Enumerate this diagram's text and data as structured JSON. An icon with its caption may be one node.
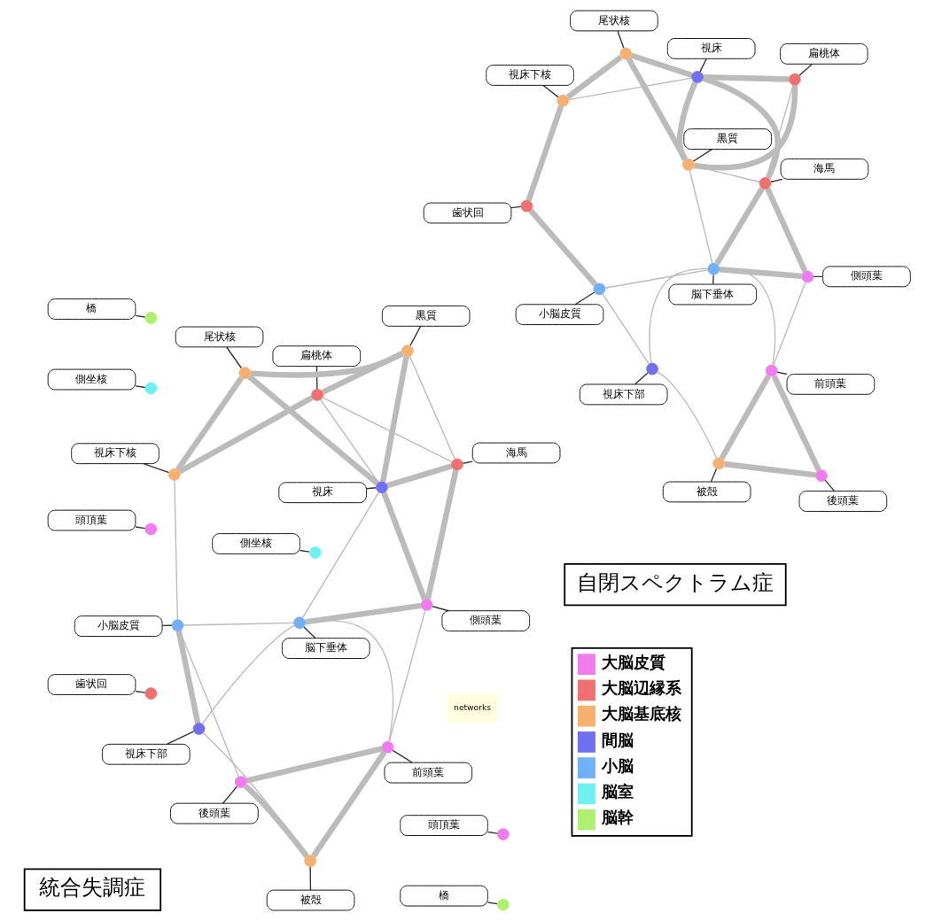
{
  "diagram": {
    "nodes": [
      {
        "text": [
          "自閉スペクトラム症"
        ]
      },
      {
        "text": [
          "被殻"
        ]
      },
      {
        "text": [],
        "shape": "circle"
      },
      {
        "text": [
          "前頭葉"
        ]
      },
      {
        "text": [],
        "shape": "circle"
      },
      {
        "text": [
          "視床下部"
        ]
      },
      {
        "text": [],
        "shape": "circle"
      },
      {
        "text": [
          "後頭葉"
        ]
      },
      {
        "text": [],
        "shape": "circle"
      },
      {
        "text": [
          "脳下垂体"
        ]
      },
      {
        "text": [],
        "shape": "circle"
      },
      {
        "text": [
          "小脳皮質"
        ]
      },
      {
        "text": [],
        "shape": "circle"
      },
      {
        "text": [
          "側頭葉"
        ]
      },
      {
        "text": [],
        "shape": "circle"
      },
      {
        "text": [
          "海馬"
        ]
      },
      {
        "text": [],
        "shape": "circle"
      },
      {
        "text": [
          "側坐核"
        ]
      },
      {
        "text": [],
        "shape": "circle"
      },
      {
        "text": [
          "頭頂葉"
        ]
      },
      {
        "text": [],
        "shape": "circle"
      },
      {
        "text": [
          "扁桃体"
        ]
      },
      {
        "text": [],
        "shape": "circle"
      },
      {
        "text": [
          "視床"
        ]
      },
      {
        "text": [],
        "shape": "circle"
      },
      {
        "text": [
          "視床下核"
        ]
      },
      {
        "text": [],
        "shape": "circle"
      },
      {
        "text": [
          "黒質"
        ]
      },
      {
        "text": [],
        "shape": "circle"
      },
      {
        "text": [
          "尾状核"
        ]
      },
      {
        "text": [],
        "shape": "circle"
      },
      {
        "text": [
          "歯状回"
        ]
      },
      {
        "text": [],
        "shape": "circle"
      },
      {
        "text": [
          "橋"
        ]
      },
      {
        "text": [],
        "shape": "circle"
      },
      {
        "text": [
          "統合失調症"
        ]
      },
      {
        "text": [
          "被殻"
        ]
      },
      {
        "text": [],
        "shape": "circle"
      },
      {
        "text": [
          "前頭葉"
        ]
      },
      {
        "text": [],
        "shape": "circle"
      },
      {
        "text": [
          "視床下部"
        ]
      },
      {
        "text": [],
        "shape": "circle"
      },
      {
        "text": [
          "後頭葉"
        ]
      },
      {
        "text": [],
        "shape": "circle"
      },
      {
        "text": [
          "脳下垂体"
        ]
      },
      {
        "text": [],
        "shape": "circle"
      },
      {
        "text": [
          "小脳皮質"
        ]
      },
      {
        "text": [],
        "shape": "circle"
      },
      {
        "text": [
          "側頭葉"
        ]
      },
      {
        "text": [],
        "shape": "circle"
      },
      {
        "text": [
          "海馬"
        ]
      },
      {
        "text": [],
        "shape": "circle"
      },
      {
        "text": [
          "側坐核"
        ]
      },
      {
        "text": [],
        "shape": "circle"
      },
      {
        "text": [
          "頭頂葉"
        ]
      },
      {
        "text": [],
        "shape": "circle"
      },
      {
        "text": [
          "扁桃体"
        ]
      },
      {
        "text": [],
        "shape": "circle"
      },
      {
        "text": [
          "視床"
        ]
      },
      {
        "text": [],
        "shape": "circle"
      },
      {
        "text": [
          "視床下核"
        ]
      },
      {
        "text": [],
        "shape": "circle"
      },
      {
        "text": [
          "黒質"
        ]
      },
      {
        "text": [],
        "shape": "circle"
      },
      {
        "text": [
          "尾状核"
        ]
      },
      {
        "text": [],
        "shape": "circle"
      },
      {
        "text": [
          "歯状回"
        ]
      },
      {
        "text": [],
        "shape": "circle"
      },
      {
        "text": [
          "橋"
        ]
      },
      {
        "text": [],
        "shape": "circle"
      }
    ],
    "edges": [
      {
        "from": 1,
        "to": 2,
        "arrow": "none",
        "color": "#333333"
      },
      {
        "from": 3,
        "to": 4,
        "arrow": "none",
        "color": "#333333"
      },
      {
        "from": 5,
        "to": 6,
        "arrow": "none",
        "color": "#333333"
      },
      {
        "from": 7,
        "to": 8,
        "arrow": "none",
        "color": "#333333"
      },
      {
        "from": 9,
        "to": 10,
        "arrow": "none",
        "color": "#333333"
      },
      {
        "from": 11,
        "to": 12,
        "arrow": "none",
        "color": "#333333"
      },
      {
        "from": 13,
        "to": 14,
        "arrow": "none",
        "color": "#333333"
      },
      {
        "from": 15,
        "to": 16,
        "arrow": "none",
        "color": "#333333"
      },
      {
        "from": 17,
        "to": 18,
        "arrow": "none",
        "color": "#333333"
      },
      {
        "from": 19,
        "to": 20,
        "arrow": "none",
        "color": "#333333"
      },
      {
        "from": 21,
        "to": 22,
        "arrow": "none",
        "color": "#333333"
      },
      {
        "from": 23,
        "to": 24,
        "arrow": "none",
        "color": "#333333"
      },
      {
        "from": 25,
        "to": 26,
        "arrow": "none",
        "color": "#333333"
      },
      {
        "from": 27,
        "to": 28,
        "arrow": "none",
        "color": "#333333"
      },
      {
        "from": 29,
        "to": 30,
        "arrow": "none",
        "color": "#333333"
      },
      {
        "from": 31,
        "to": 32,
        "arrow": "none",
        "color": "#333333"
      },
      {
        "from": 33,
        "to": 34,
        "arrow": "none",
        "color": "#333333"
      },
      {
        "from": 2,
        "to": 4,
        "arrow": "none",
        "style": "thick"
      },
      {
        "from": 2,
        "to": 6,
        "arrow": "none"
      },
      {
        "from": 2,
        "to": 8,
        "arrow": "none",
        "style": "thick"
      },
      {
        "from": 4,
        "to": 8,
        "arrow": "none",
        "style": "thick"
      },
      {
        "from": 4,
        "to": 10,
        "arrow": "none"
      },
      {
        "from": 4,
        "to": 14,
        "arrow": "none"
      },
      {
        "from": 6,
        "to": 10,
        "arrow": "none"
      },
      {
        "from": 6,
        "to": 12,
        "arrow": "none"
      },
      {
        "from": 10,
        "to": 12,
        "arrow": "none"
      },
      {
        "from": 10,
        "to": 14,
        "arrow": "none",
        "style": "thick"
      },
      {
        "from": 10,
        "to": 16,
        "arrow": "none",
        "style": "thick"
      },
      {
        "from": 10,
        "to": 28,
        "arrow": "none"
      },
      {
        "from": 14,
        "to": 16,
        "arrow": "none",
        "style": "thick"
      },
      {
        "from": 16,
        "to": 24,
        "arrow": "none",
        "style": "thick"
      },
      {
        "from": 16,
        "to": 22,
        "arrow": "none"
      },
      {
        "from": 16,
        "to": 28,
        "arrow": "none"
      },
      {
        "from": 24,
        "to": 22,
        "arrow": "none",
        "style": "thick"
      },
      {
        "from": 24,
        "to": 28,
        "arrow": "none",
        "style": "thick"
      },
      {
        "from": 24,
        "to": 30,
        "arrow": "none",
        "style": "thick"
      },
      {
        "from": 24,
        "to": 26,
        "arrow": "none"
      },
      {
        "from": 22,
        "to": 28,
        "arrow": "none",
        "style": "thick"
      },
      {
        "from": 28,
        "to": 30,
        "arrow": "none",
        "style": "thick"
      },
      {
        "from": 30,
        "to": 26,
        "arrow": "none",
        "style": "thick"
      },
      {
        "from": 26,
        "to": 32,
        "arrow": "none",
        "style": "thick"
      },
      {
        "from": 12,
        "to": 32,
        "arrow": "none",
        "style": "thick"
      },
      {
        "from": 36,
        "to": 37,
        "arrow": "none",
        "color": "#333333"
      },
      {
        "from": 38,
        "to": 39,
        "arrow": "none",
        "color": "#333333"
      },
      {
        "from": 40,
        "to": 41,
        "arrow": "none",
        "color": "#333333"
      },
      {
        "from": 42,
        "to": 43,
        "arrow": "none",
        "color": "#333333"
      },
      {
        "from": 44,
        "to": 45,
        "arrow": "none",
        "color": "#333333"
      },
      {
        "from": 46,
        "to": 47,
        "arrow": "none",
        "color": "#333333"
      },
      {
        "from": 48,
        "to": 49,
        "arrow": "none",
        "color": "#333333"
      },
      {
        "from": 50,
        "to": 51,
        "arrow": "none",
        "color": "#333333"
      },
      {
        "from": 52,
        "to": 53,
        "arrow": "none",
        "color": "#333333"
      },
      {
        "from": 54,
        "to": 55,
        "arrow": "none",
        "color": "#333333"
      },
      {
        "from": 56,
        "to": 57,
        "arrow": "none",
        "color": "#333333"
      },
      {
        "from": 58,
        "to": 59,
        "arrow": "none",
        "color": "#333333"
      },
      {
        "from": 60,
        "to": 61,
        "arrow": "none",
        "color": "#333333"
      },
      {
        "from": 62,
        "to": 63,
        "arrow": "none",
        "color": "#333333"
      },
      {
        "from": 64,
        "to": 65,
        "arrow": "none",
        "color": "#333333"
      },
      {
        "from": 66,
        "to": 67,
        "arrow": "none",
        "color": "#333333"
      },
      {
        "from": 68,
        "to": 69,
        "arrow": "none",
        "color": "#333333"
      },
      {
        "from": 37,
        "to": 39,
        "arrow": "none",
        "style": "thick"
      },
      {
        "from": 37,
        "to": 41,
        "arrow": "none"
      },
      {
        "from": 37,
        "to": 43,
        "arrow": "none",
        "style": "thick"
      },
      {
        "from": 39,
        "to": 43,
        "arrow": "none",
        "style": "thick"
      },
      {
        "from": 39,
        "to": 45,
        "arrow": "none"
      },
      {
        "from": 39,
        "to": 49,
        "arrow": "none"
      },
      {
        "from": 41,
        "to": 45,
        "arrow": "none"
      },
      {
        "from": 41,
        "to": 47,
        "arrow": "none",
        "style": "thick"
      },
      {
        "from": 45,
        "to": 47,
        "arrow": "none"
      },
      {
        "from": 43,
        "to": 47,
        "arrow": "none"
      },
      {
        "from": 45,
        "to": 49,
        "arrow": "none",
        "style": "thick"
      },
      {
        "from": 45,
        "to": 59,
        "arrow": "none"
      },
      {
        "from": 49,
        "to": 51,
        "arrow": "none",
        "style": "thick"
      },
      {
        "from": 49,
        "to": 59,
        "arrow": "none",
        "style": "thick"
      },
      {
        "from": 51,
        "to": 59,
        "arrow": "none",
        "style": "thick"
      },
      {
        "from": 51,
        "to": 57,
        "arrow": "none"
      },
      {
        "from": 51,
        "to": 63,
        "arrow": "none"
      },
      {
        "from": 59,
        "to": 57,
        "arrow": "none"
      },
      {
        "from": 59,
        "to": 63,
        "arrow": "none",
        "style": "thick"
      },
      {
        "from": 59,
        "to": 65,
        "arrow": "none",
        "style": "thick"
      },
      {
        "from": 57,
        "to": 61,
        "arrow": "none",
        "style": "thick"
      },
      {
        "from": 57,
        "to": 63,
        "arrow": "none",
        "style": "thick"
      },
      {
        "from": 63,
        "to": 65,
        "arrow": "none",
        "style": "thick"
      },
      {
        "from": 65,
        "to": 61,
        "arrow": "none",
        "style": "thick"
      },
      {
        "from": 61,
        "to": 47,
        "arrow": "none"
      }
    ],
    "labels": [
      "networks"
    ],
    "legend": [
      {
        "text": "大脳皮質",
        "color": "#f07cf0"
      },
      {
        "text": "大脳辺縁系",
        "color": "#f07070"
      },
      {
        "text": "大脳基底核",
        "color": "#f8b070"
      },
      {
        "text": "間脳",
        "color": "#7070f0"
      },
      {
        "text": "小脳",
        "color": "#70b0f8"
      },
      {
        "text": "脳室",
        "color": "#70f0f0"
      },
      {
        "text": "脳幹",
        "color": "#b0f070"
      }
    ]
  }
}
